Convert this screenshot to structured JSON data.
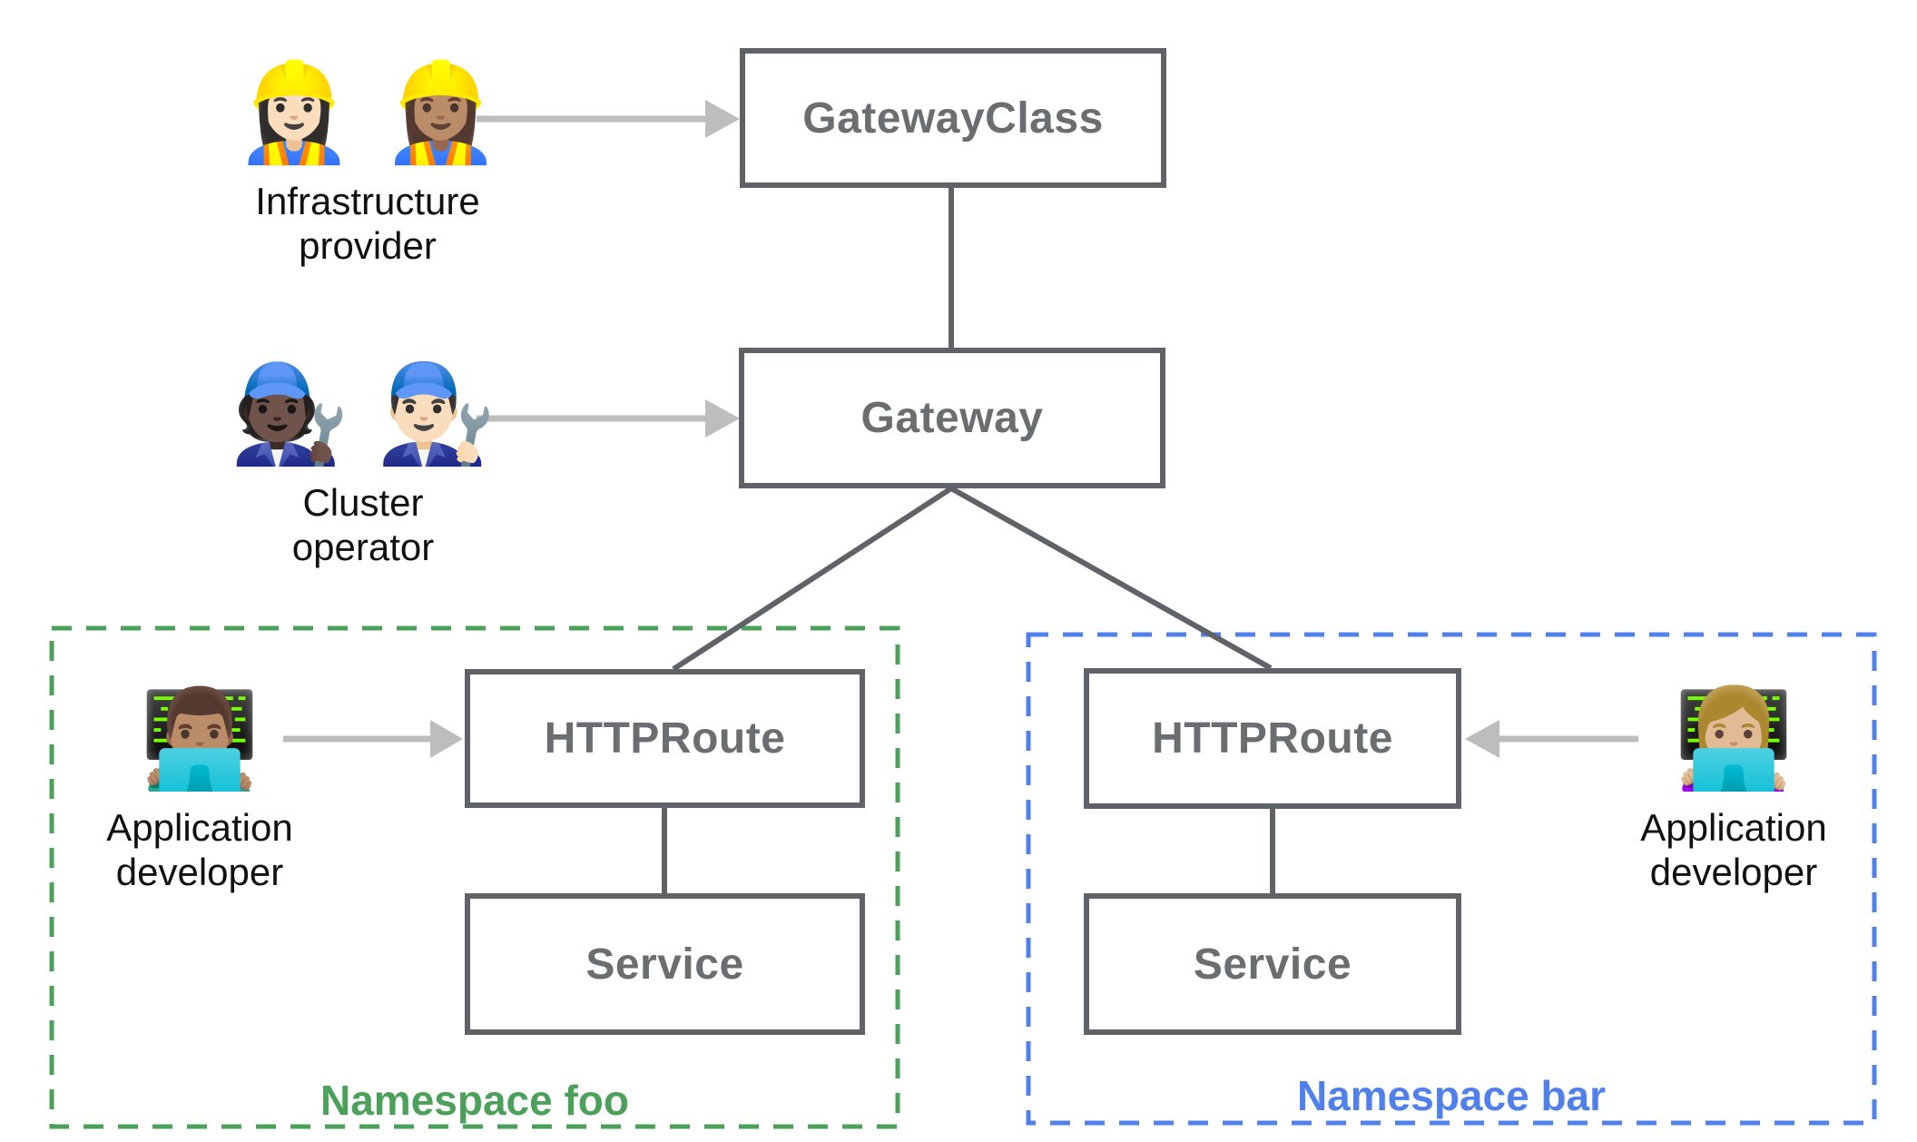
{
  "colors": {
    "background": "#ffffff",
    "connector_gray": "#5f6368",
    "node_text_gray": "#6b6e71",
    "arrow_gray": "#bdbdbd",
    "label_black": "#111111",
    "namespace_foo_green": "#4ba159",
    "namespace_bar_blue": "#4f80ec"
  },
  "nodes": {
    "gateway_class": {
      "label": "GatewayClass"
    },
    "gateway": {
      "label": "Gateway"
    },
    "httproute_foo": {
      "label": "HTTPRoute"
    },
    "service_foo": {
      "label": "Service"
    },
    "httproute_bar": {
      "label": "HTTPRoute"
    },
    "service_bar": {
      "label": "Service"
    }
  },
  "personas": {
    "infrastructure_provider": {
      "emojis": "👷🏻‍♀️ 👷🏽‍♀️",
      "label": "Infrastructure provider"
    },
    "cluster_operator": {
      "emojis": "🧑🏿‍🔧 👨🏻‍🔧",
      "label": "Cluster operator"
    },
    "app_developer_foo": {
      "emojis": "👨🏽‍💻",
      "label": "Application developer"
    },
    "app_developer_bar": {
      "emojis": "👩🏼‍💻",
      "label": "Application developer"
    }
  },
  "namespaces": {
    "foo": {
      "label": "Namespace foo"
    },
    "bar": {
      "label": "Namespace bar"
    }
  }
}
